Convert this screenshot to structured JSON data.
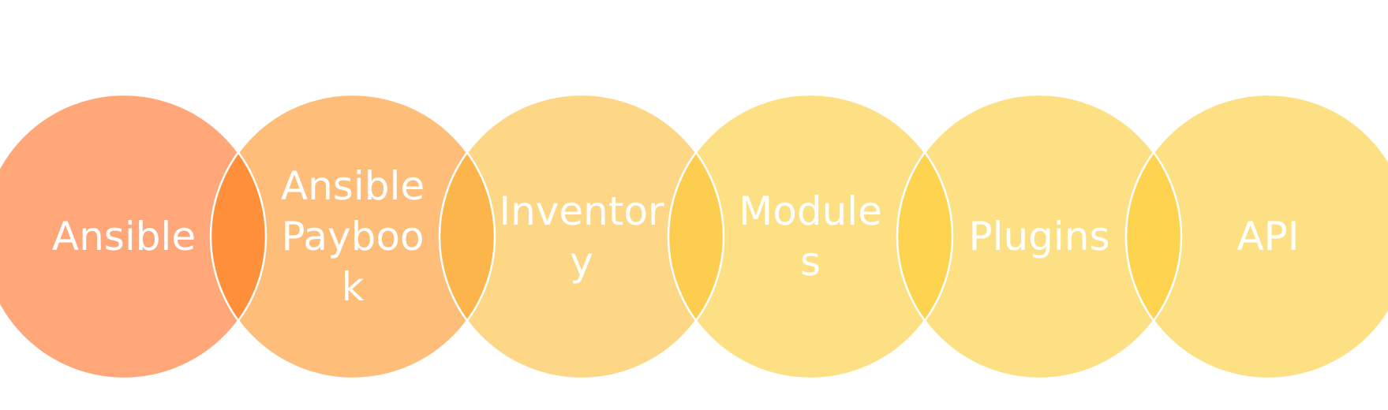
{
  "circles": [
    {
      "id": "ansible",
      "lines": [
        "Ansible"
      ],
      "color": "#FFA779"
    },
    {
      "id": "ansible-payboook",
      "lines": [
        "Ansible",
        "Payboo",
        "k"
      ],
      "color": "#FEBE79"
    },
    {
      "id": "inventory",
      "lines": [
        "Inventor",
        "y"
      ],
      "color": "#FDD686"
    },
    {
      "id": "modules",
      "lines": [
        "Module",
        "s"
      ],
      "color": "#FDE083"
    },
    {
      "id": "plugins",
      "lines": [
        "Plugins"
      ],
      "color": "#FDE083"
    },
    {
      "id": "api",
      "lines": [
        "API"
      ],
      "color": "#FDE083"
    }
  ],
  "overlaps": [
    {
      "between": [
        "ansible",
        "ansible-payboook"
      ],
      "color": "#FF8F38"
    },
    {
      "between": [
        "ansible-payboook",
        "inventory"
      ],
      "color": "#FCB54A"
    },
    {
      "between": [
        "inventory",
        "modules"
      ],
      "color": "#FDCD50"
    },
    {
      "between": [
        "modules",
        "plugins"
      ],
      "color": "#FDD350"
    },
    {
      "between": [
        "plugins",
        "api"
      ],
      "color": "#FDD350"
    }
  ]
}
